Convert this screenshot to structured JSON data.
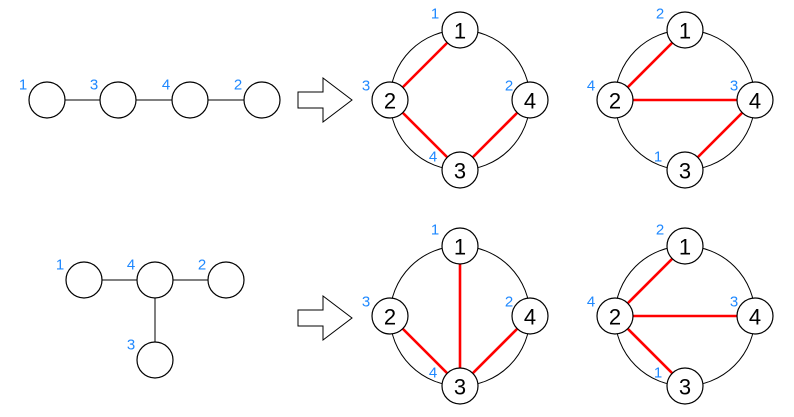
{
  "colors": {
    "label_blue": "#1e88ff",
    "highlight_edge": "#ff0000"
  },
  "rows": [
    {
      "source_graph": {
        "type": "path",
        "labels": [
          "1",
          "3",
          "4",
          "2"
        ]
      },
      "circle_graphs": [
        {
          "node_names": [
            "1",
            "2",
            "4",
            "3"
          ],
          "blue_labels": [
            "1",
            "3",
            "2",
            "4"
          ],
          "red_edges": [
            [
              "1",
              "2"
            ],
            [
              "2",
              "3"
            ],
            [
              "3",
              "4"
            ]
          ]
        },
        {
          "node_names": [
            "1",
            "2",
            "4",
            "3"
          ],
          "blue_labels": [
            "2",
            "4",
            "3",
            "1"
          ],
          "red_edges": [
            [
              "1",
              "2"
            ],
            [
              "2",
              "4"
            ],
            [
              "4",
              "3"
            ]
          ]
        }
      ]
    },
    {
      "source_graph": {
        "type": "star",
        "labels": [
          "1",
          "4",
          "2",
          "3"
        ]
      },
      "circle_graphs": [
        {
          "node_names": [
            "1",
            "2",
            "4",
            "3"
          ],
          "blue_labels": [
            "1",
            "3",
            "2",
            "4"
          ],
          "red_edges": [
            [
              "1",
              "3"
            ],
            [
              "2",
              "3"
            ],
            [
              "4",
              "3"
            ]
          ]
        },
        {
          "node_names": [
            "1",
            "2",
            "4",
            "3"
          ],
          "blue_labels": [
            "2",
            "4",
            "3",
            "1"
          ],
          "red_edges": [
            [
              "2",
              "1"
            ],
            [
              "2",
              "4"
            ],
            [
              "2",
              "3"
            ]
          ]
        }
      ]
    }
  ]
}
